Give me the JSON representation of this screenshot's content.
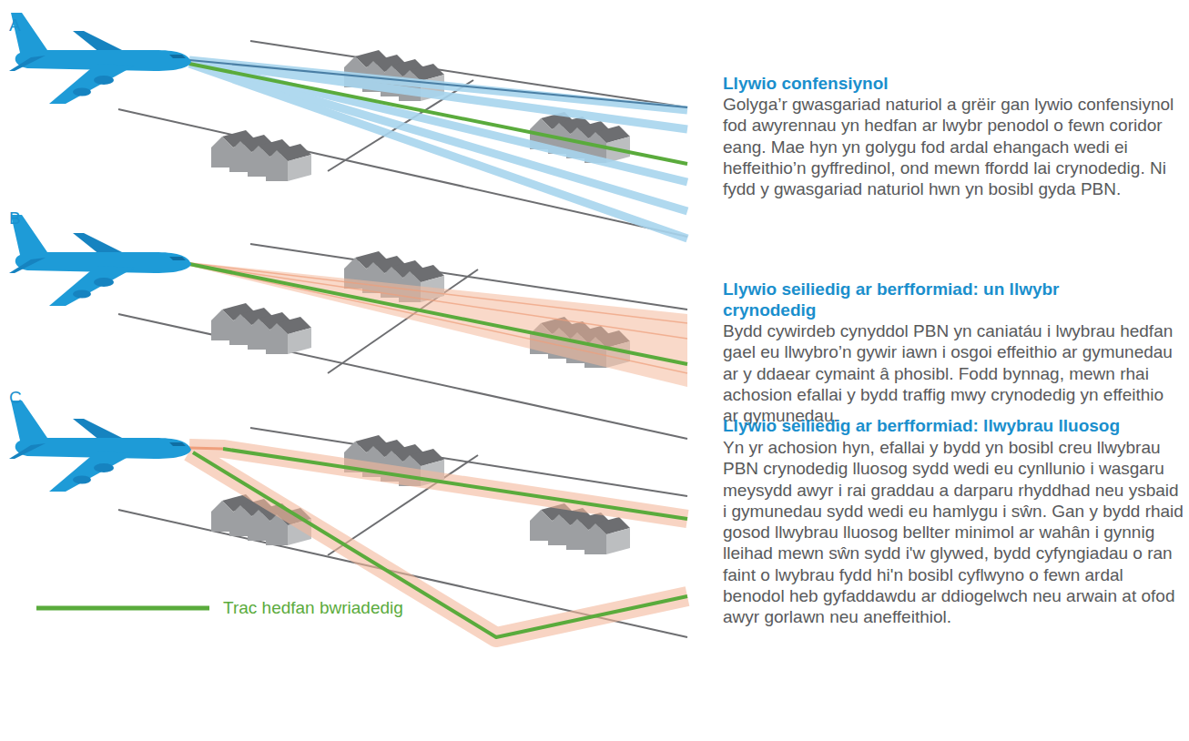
{
  "diagram": {
    "labels": [
      "A",
      "B",
      "C",
      "Llywio confensiynol",
      "Golyga’r gwasgariad naturiol a grëir gan lywio confensiynol fod awyrennau yn hedfan ar lwybr penodol o fewn coridor eang. Mae hyn yn golygu fod ardal ehangach wedi ei heffeithio’n gyffredinol, ond mewn ffordd lai crynodedig. Ni fydd y gwasgariad naturiol hwn yn bosibl gyda PBN.",
      "Llywio seiliedig ar berfformiad: un llwybr crynodedig",
      "Bydd cywirdeb cynyddol PBN yn caniatáu i lwybrau hedfan gael eu llwybro’n gywir iawn i osgoi effeithio ar gymunedau ar y ddaear cymaint â phosibl. Fodd bynnag, mewn rhai achosion efallai y bydd traffig mwy crynodedig yn effeithio ar gymunedau.",
      "Llywio seiliedig ar berfformiad: llwybrau lluosog",
      "Yn yr achosion hyn, efallai y bydd yn bosibl creu llwybrau PBN crynodedig lluosog sydd wedi eu cynllunio i wasgaru meysydd awyr i rai graddau a darparu rhyddhad neu ysbaid i gymunedau sydd wedi eu hamlygu i sŵn. Gan y bydd rhaid gosod llwybrau lluosog bellter minimol ar wahân i gynnig lleihad mewn sŵn sydd i'w glywed, bydd cyfyngiadau o ran faint o lwybrau fydd hi'n bosibl cyflwyno o fewn ardal benodol heb gyfaddawdu ar ddiogelwch neu arwain at ofod awyr gorlawn neu aneffeithiol."
    ],
    "legend": [
      {
        "text": "Trac hedfan bwriadedig"
      }
    ]
  }
}
